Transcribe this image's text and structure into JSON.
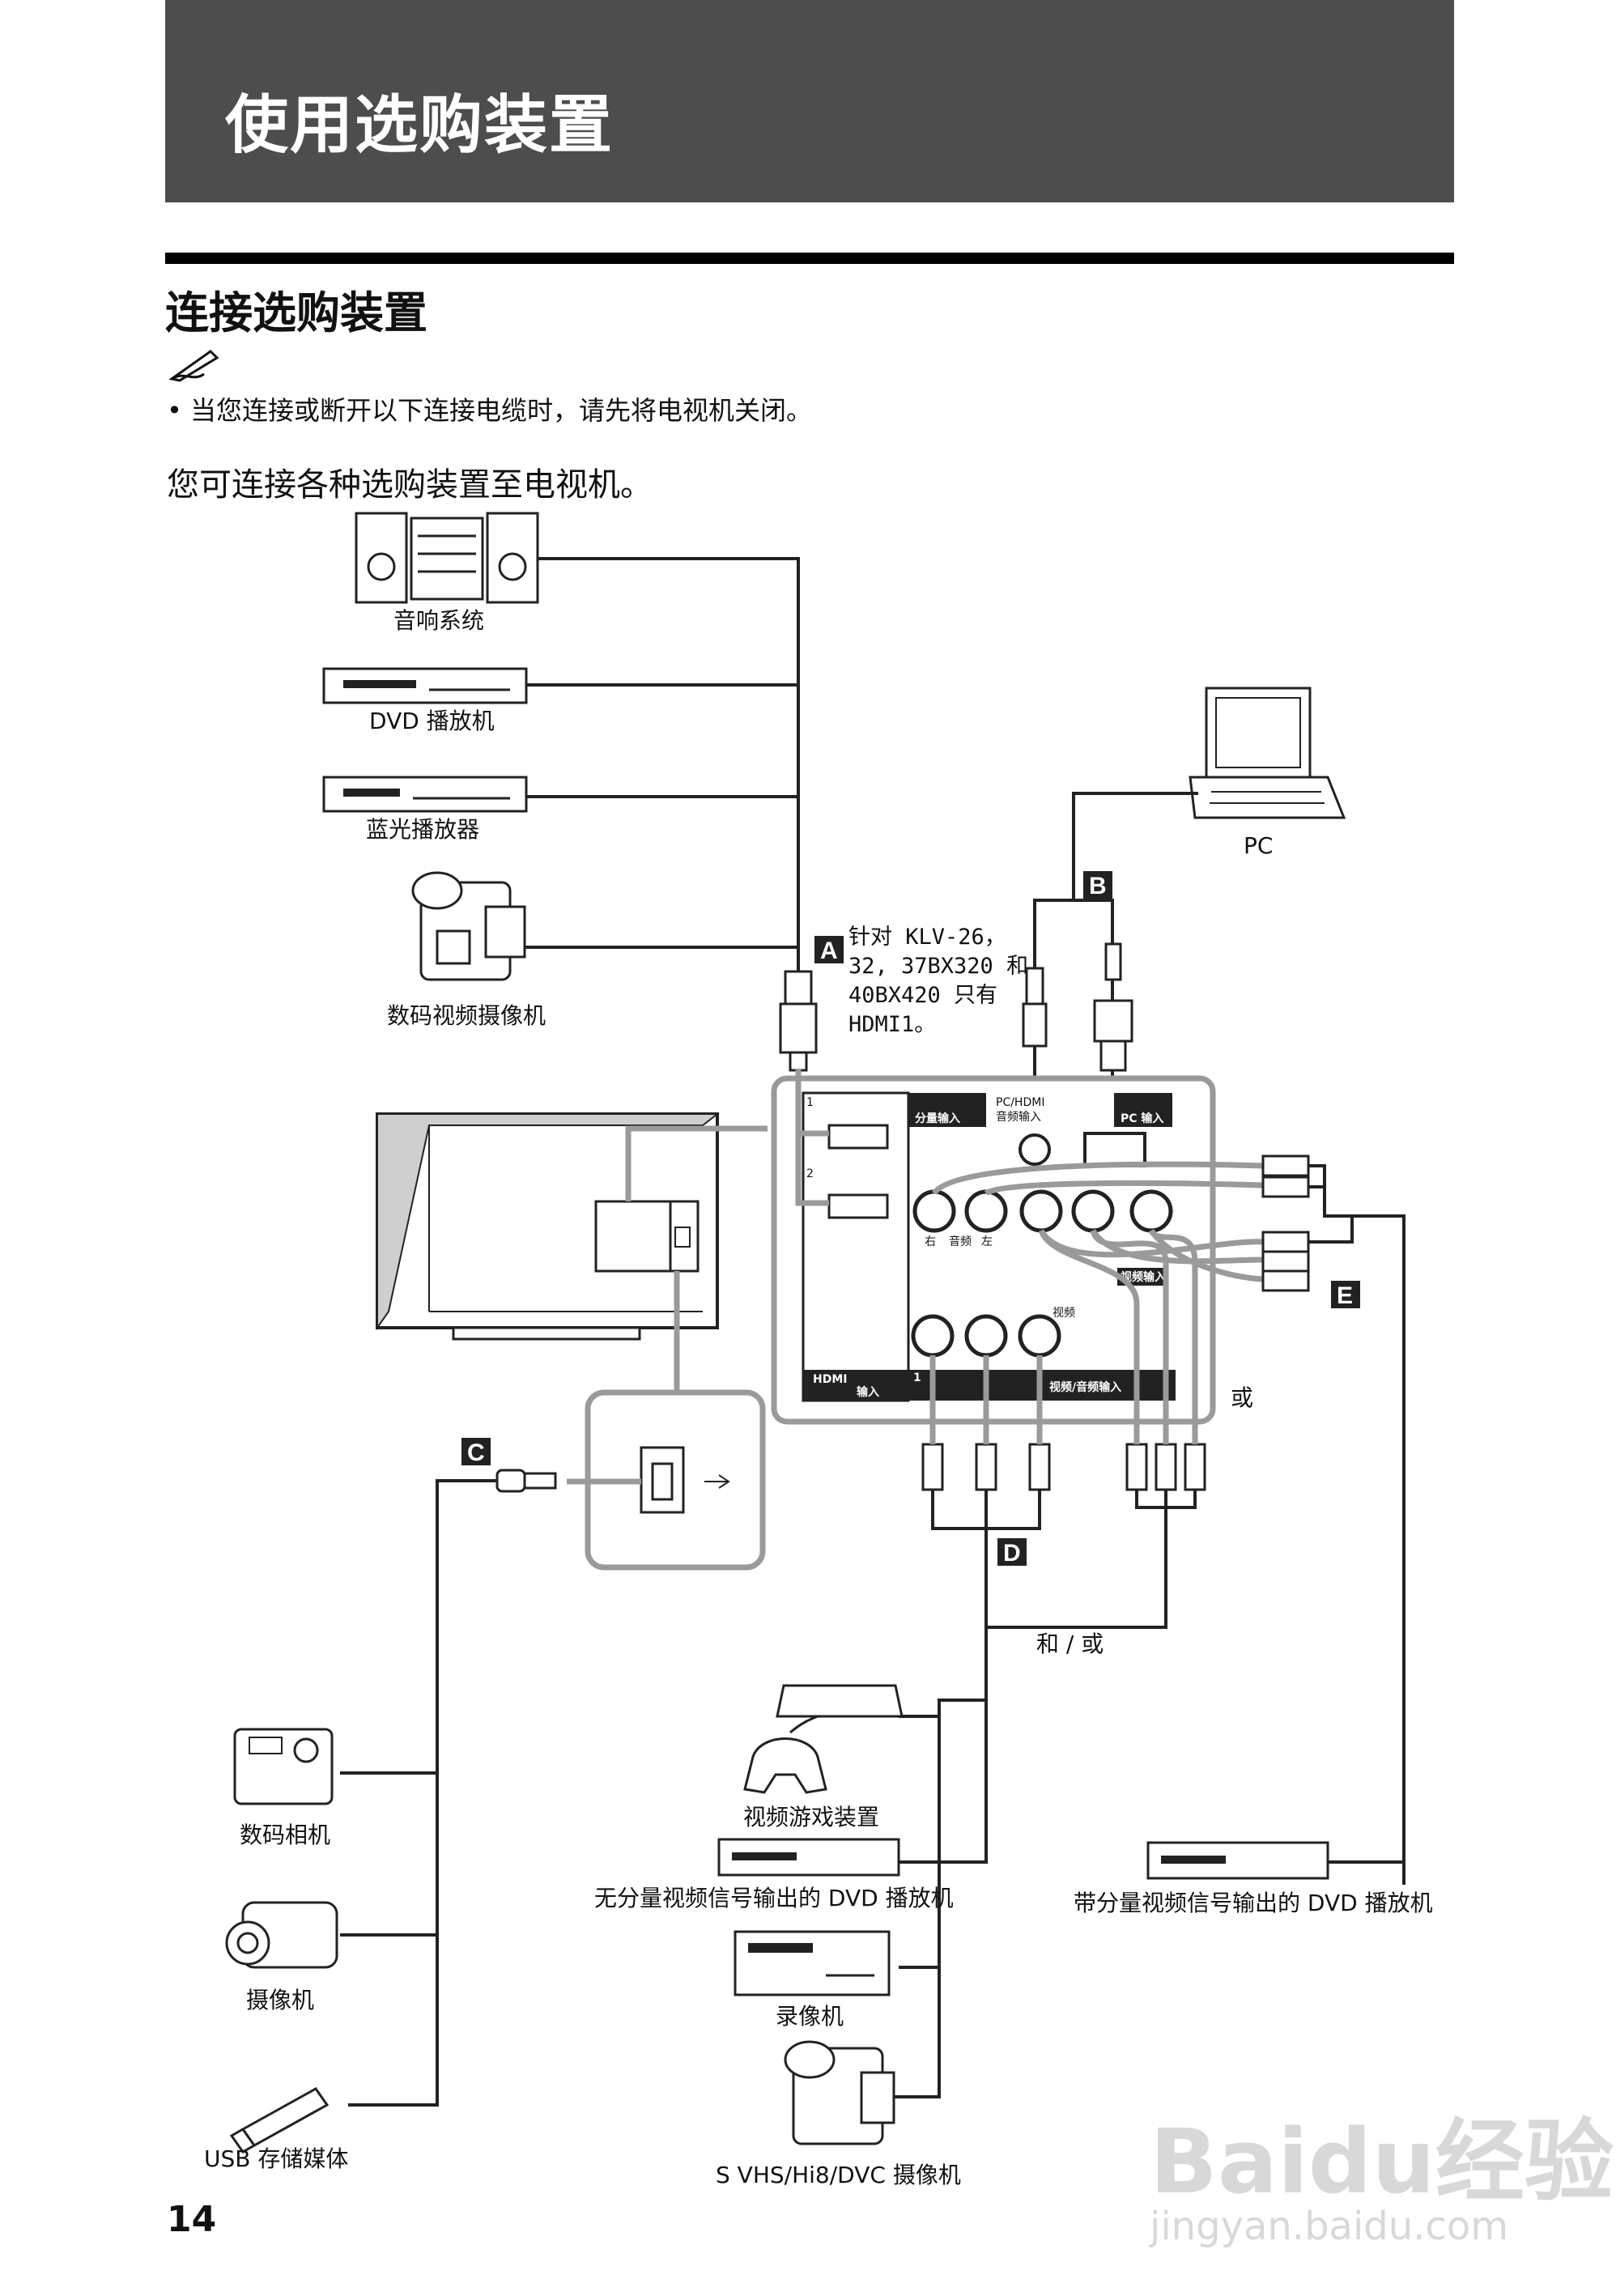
{
  "header": {
    "title": "使用选购装置"
  },
  "section": {
    "title": "连接选购装置"
  },
  "note": {
    "icon": "pencil-note-icon",
    "text": "• 当您连接或断开以下连接电缆时，请先将电视机关闭。"
  },
  "intro": "您可连接各种选购装置至电视机。",
  "devices": {
    "audio_system": "音响系统",
    "dvd_player": "DVD 播放机",
    "bluray_player": "蓝光播放器",
    "digital_camcorder": "数码视频摄像机",
    "pc": "PC",
    "digital_camera": "数码相机",
    "camcorder": "摄像机",
    "usb_storage": "USB 存储媒体",
    "game_console": "视频游戏装置",
    "dvd_no_component": "无分量视频信号输出的 DVD 播放机",
    "dvd_component": "带分量视频信号输出的 DVD 播放机",
    "vcr": "录像机",
    "svhs_camcorder": "S VHS/Hi8/DVC 摄像机"
  },
  "connections": {
    "A": "A",
    "B": "B",
    "C": "C",
    "D": "D",
    "E": "E",
    "note_a_line1": "针对 KLV-26，",
    "note_a_line2": "32, 37BX320 和",
    "note_a_line3": "40BX420 只有",
    "note_a_line4": "HDMI1。",
    "or": "或",
    "and_or": "和 / 或"
  },
  "panel": {
    "hdmi_logo": "HDMI",
    "hdmi_in": "输入",
    "component_in": "分量输入",
    "pc_hdmi": "PC/HDMI",
    "audio_in": "音频输入",
    "pc_in": "PC 输入",
    "right": "右",
    "audio": "音频",
    "left": "左",
    "video_in": "视频输入",
    "video": "视频",
    "video_audio_in": "视频/音频输入",
    "port_1": "1",
    "port_2": "2"
  },
  "footer": {
    "page_number": "14"
  },
  "watermark": {
    "logo": "Baidu经验",
    "url": "jingyan.baidu.com"
  }
}
